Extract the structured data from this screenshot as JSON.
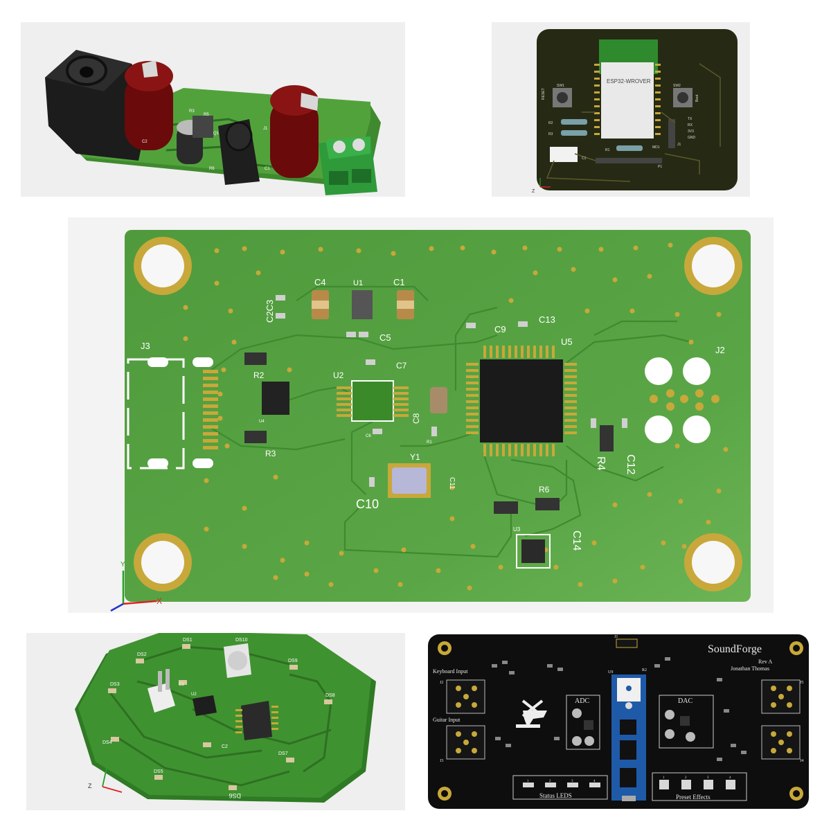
{
  "panel1": {
    "labels": [
      "C2",
      "R3",
      "Q1",
      "R5",
      "R6",
      "J1",
      "C1"
    ]
  },
  "panel2": {
    "module_label": "ESP32-WROVER",
    "labels": {
      "reset": "RESET",
      "sw1": "SW1",
      "sw2": "SW2",
      "boot": "Boot",
      "r2": "R2",
      "r3": "R3",
      "r1": "R1",
      "c1": "C1",
      "md1": "MD1",
      "p1": "P1",
      "j1": "J1",
      "tx": "TX",
      "rx": "RX",
      "v33": "3V3",
      "gnd": "GND"
    }
  },
  "panel3": {
    "labels": {
      "c4": "C4",
      "u1": "U1",
      "c1": "C1",
      "c2c3": "C2C3",
      "c5": "C5",
      "c9": "C9",
      "c13": "C13",
      "u5": "U5",
      "j3": "J3",
      "r2": "R2",
      "u2": "U2",
      "c7": "C7",
      "c8": "C8",
      "u4": "U4",
      "c6": "C6",
      "r1": "R1",
      "r3": "R3",
      "y1": "Y1",
      "c10": "C10",
      "c11": "C11",
      "r6": "R6",
      "u3": "U3",
      "c14": "C14",
      "r4": "R4",
      "c12": "C12",
      "j2": "J2"
    }
  },
  "panel4": {
    "labels": {
      "ds1": "DS1",
      "ds2": "DS2",
      "ds3": "DS3",
      "ds4": "DS4",
      "ds5": "DS5",
      "ds6": "DS6",
      "ds7": "DS7",
      "ds8": "DS8",
      "ds9": "DS9",
      "ds10": "DS10",
      "c1": "C1",
      "c2": "C2",
      "u2": "U2"
    }
  },
  "panel5": {
    "title": "SoundForge",
    "rev": "Rev A",
    "author": "Jonathan Thomas",
    "keyboard_input": "Keyboard Input",
    "guitar_input": "Guitar Input",
    "adc": "ADC",
    "dac": "DAC",
    "status_leds": "Status LEDS",
    "preset_effects": "Preset Effects",
    "j1": "J1",
    "j2": "J2",
    "j3": "J3",
    "j4": "J4",
    "j5": "J5",
    "u9": "U9",
    "r2": "R2",
    "led_numbers": [
      "1",
      "2",
      "3",
      "4"
    ],
    "button_numbers": [
      "1",
      "2",
      "3",
      "4"
    ]
  },
  "axis": {
    "x": "X",
    "y": "Y",
    "z": "Z"
  },
  "colors": {
    "green_board": "#4f9a3c",
    "green_board_dark": "#3a7a2c",
    "gold_pad": "#c8a83a",
    "black_board": "#0e0e0e",
    "capacitor_red": "#6a0a0a"
  }
}
